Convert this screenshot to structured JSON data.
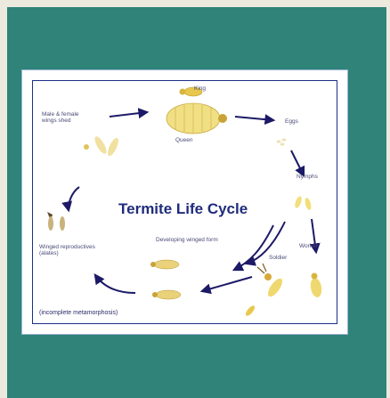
{
  "diagram": {
    "title": "Termite Life Cycle",
    "caption": "(incomplete metamorphosis)",
    "labels": {
      "king": "King",
      "queen": "Queen",
      "male_female": "Male & female\nwings shed",
      "eggs": "Eggs",
      "nymphs": "Nymphs",
      "developing": "Developing winged form",
      "winged": "Winged reproductives\n(alates)",
      "soldier": "Soldier",
      "worker": "Worker"
    }
  },
  "colors": {
    "background": "#2f8379",
    "page": "#ece9df",
    "title": "#1f2c7c",
    "arrow": "#1c1a66",
    "termite": "#e8c84c"
  }
}
